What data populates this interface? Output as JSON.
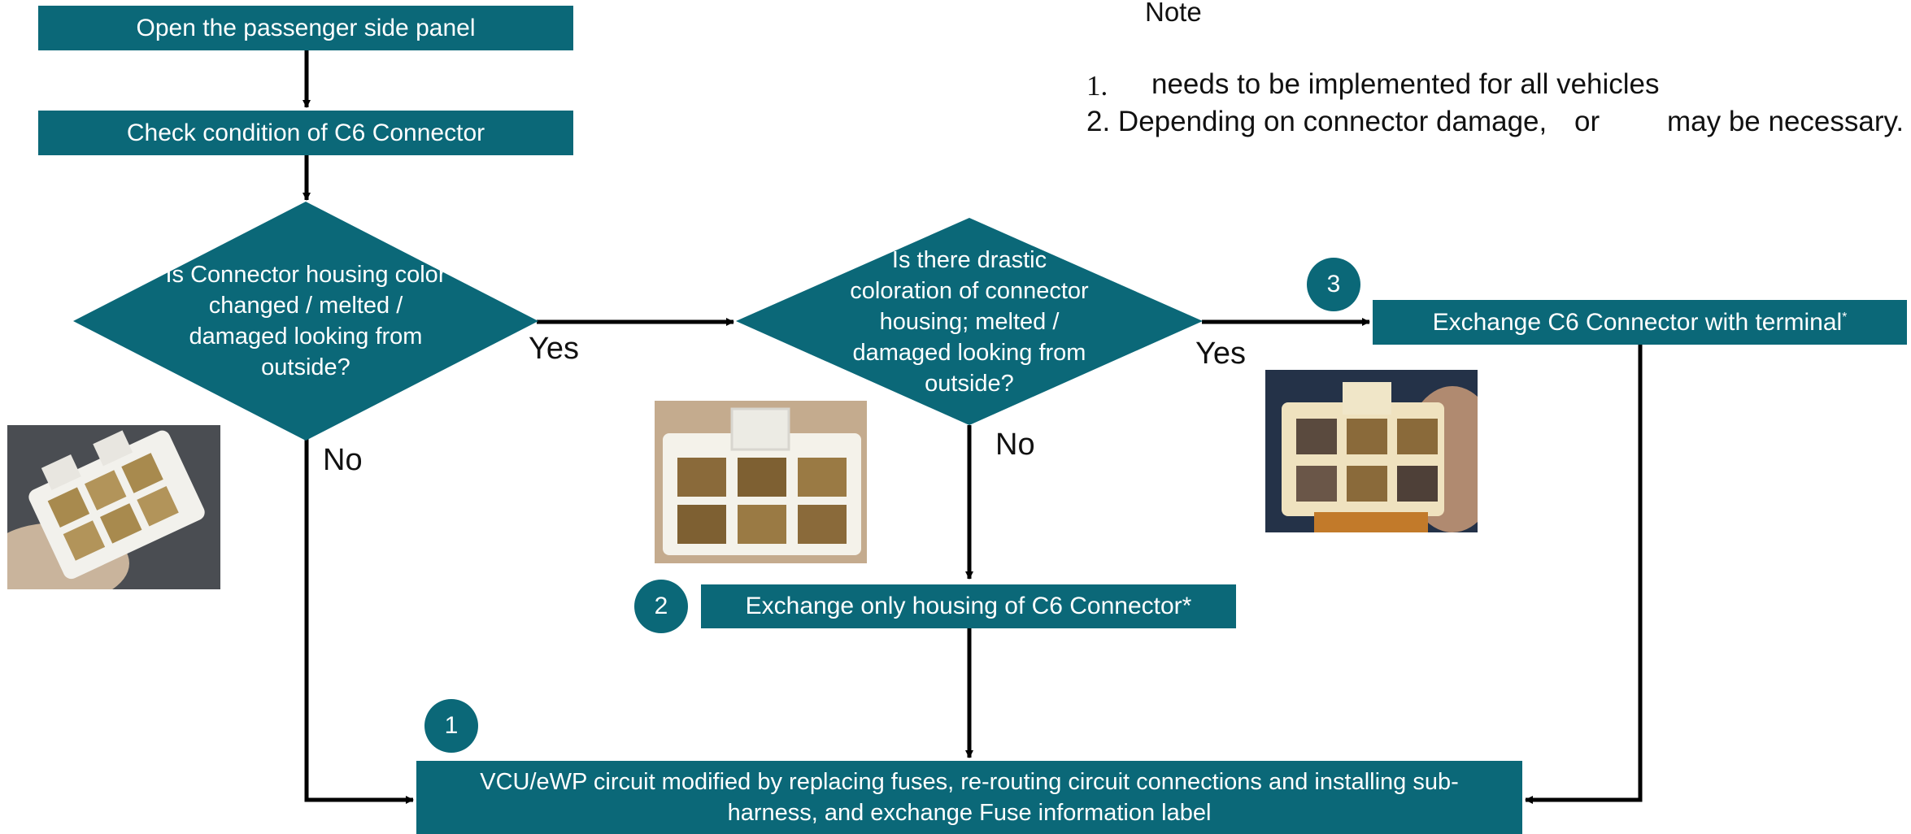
{
  "boxes": {
    "open_panel": "Open the passenger side panel",
    "check_connector": "Check condition of C6 Connector",
    "exchange_connector": "Exchange C6 Connector with terminal",
    "exchange_connector_mark": "*",
    "exchange_housing": "Exchange only housing of C6 Connector*",
    "final_line1": "VCU/eWP  circuit modified by replacing fuses, re-routing circuit connections and installing sub-",
    "final_line2": "harness, and exchange Fuse information label"
  },
  "decisions": {
    "first": "Is Connector housing color\nchanged /  melted /\ndamaged looking from\noutside?",
    "second": "Is there drastic\ncoloration of connector\nhousing; melted /\ndamaged looking from\noutside?"
  },
  "labels": {
    "yes1": "Yes",
    "no1": "No",
    "yes2": "Yes",
    "no2": "No"
  },
  "steps": {
    "one": "1",
    "two": "2",
    "three": "3"
  },
  "note": {
    "title": "Note",
    "item1_num": "1.",
    "item1_text": "needs to be implemented for all vehicles",
    "item2_a": "2. Depending on connector damage,",
    "item2_or": "or",
    "item2_b": "may be necessary."
  },
  "colors": {
    "teal": "#0b6878",
    "arrow": "#000000"
  }
}
